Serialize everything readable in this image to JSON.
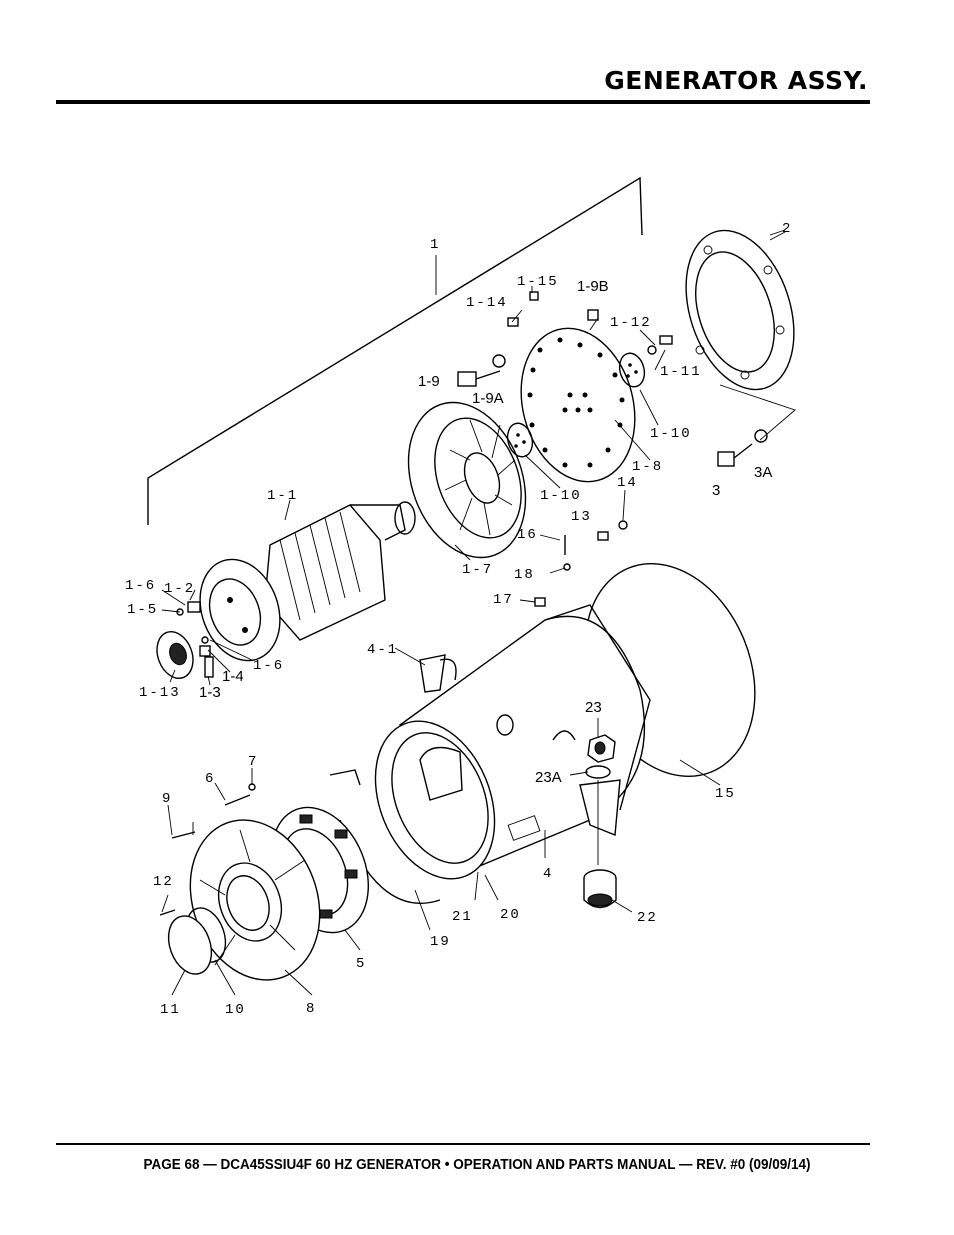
{
  "header": {
    "title": "GENERATOR ASSY."
  },
  "footer": {
    "text": "PAGE 68 — DCA45SSIU4F 60 HZ GENERATOR • OPERATION AND PARTS MANUAL — REV. #0 (09/09/14)"
  },
  "diagram": {
    "callouts": [
      "1",
      "2",
      "1-15",
      "1-14",
      "1-9B",
      "1-12",
      "1-11",
      "1-9",
      "1-9A",
      "1-10",
      "1-8",
      "1-10",
      "3",
      "3A",
      "1-1",
      "14",
      "13",
      "1-7",
      "16",
      "18",
      "1-6",
      "1-2",
      "1-5",
      "17",
      "4-1",
      "1-6",
      "1-4",
      "1-13",
      "1-3",
      "23",
      "23A",
      "15",
      "7",
      "6",
      "9",
      "4",
      "12",
      "21",
      "20",
      "19",
      "22",
      "5",
      "11",
      "10",
      "8"
    ]
  }
}
